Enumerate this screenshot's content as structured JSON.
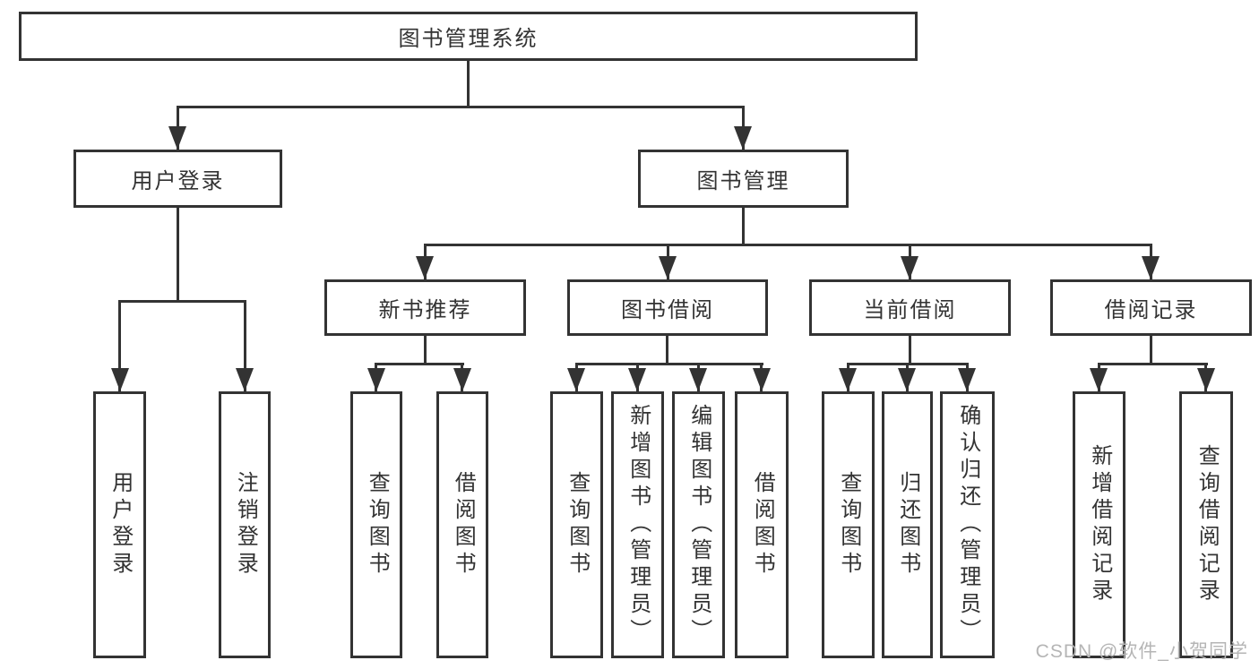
{
  "colors": {
    "line": "#333333",
    "text": "#333333",
    "background": "#ffffff",
    "watermark": "#b5b5b5"
  },
  "diagram": {
    "root": "图书管理系统",
    "user_login": {
      "label": "用户登录",
      "children": [
        "用户登录",
        "注销登录"
      ]
    },
    "book_management": {
      "label": "图书管理",
      "groups": [
        {
          "label": "新书推荐",
          "children": [
            "查询图书",
            "借阅图书"
          ]
        },
        {
          "label": "图书借阅",
          "children": [
            "查询图书",
            "新增图书（管理员）",
            "编辑图书（管理员）",
            "借阅图书"
          ]
        },
        {
          "label": "当前借阅",
          "children": [
            "查询图书",
            "归还图书",
            "确认归还（管理员）"
          ]
        },
        {
          "label": "借阅记录",
          "children": [
            "新增借阅记录",
            "查询借阅记录"
          ]
        }
      ]
    },
    "watermark": "CSDN @软件_小贺同学"
  }
}
